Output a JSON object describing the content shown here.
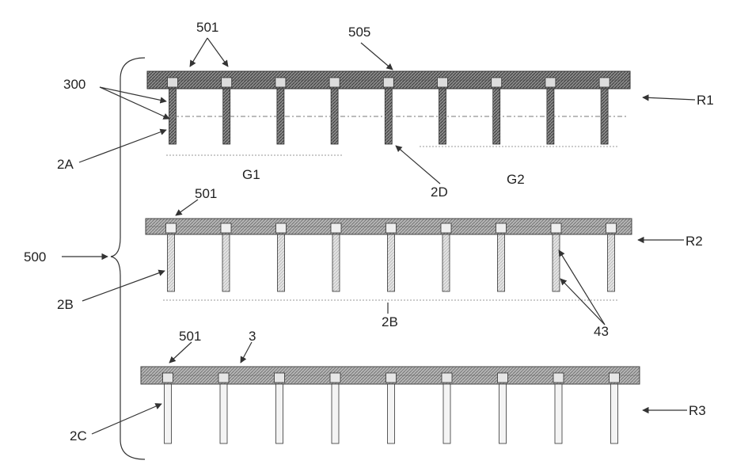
{
  "labels": {
    "ref_501_top": "501",
    "ref_505": "505",
    "ref_300": "300",
    "ref_2A": "2A",
    "ref_G1": "G1",
    "ref_2D": "2D",
    "ref_G2": "G2",
    "ref_R1": "R1",
    "ref_501_mid": "501",
    "ref_500": "500",
    "ref_2B_left": "2B",
    "ref_2B_bottom": "2B",
    "ref_R2": "R2",
    "ref_43": "43",
    "ref_501_low": "501",
    "ref_3": "3",
    "ref_2C": "2C",
    "ref_R3": "R3"
  },
  "colors": {
    "line": "#333333",
    "bar_dark": "#6f6f6f",
    "bar_mid": "#9a9a9a",
    "bar_light": "#cfcfcf"
  }
}
